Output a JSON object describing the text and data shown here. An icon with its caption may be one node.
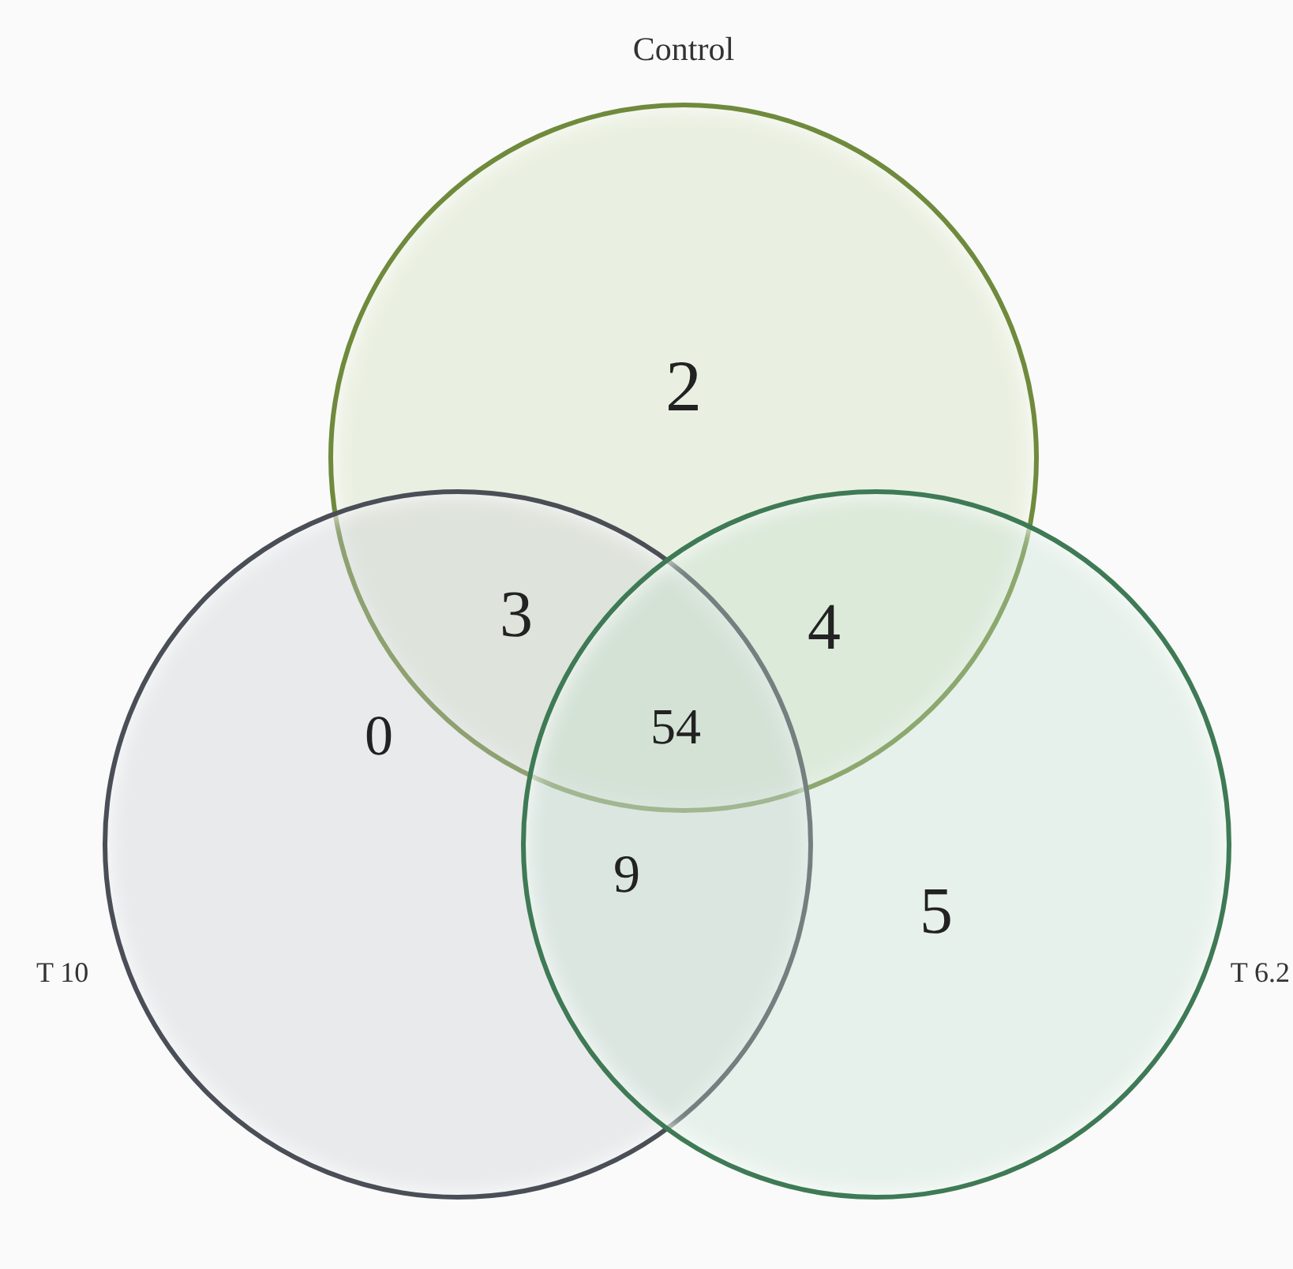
{
  "diagram": {
    "nodes": [
      {
        "text": [
          "Control"
        ]
      },
      {
        "text": [
          "T 10"
        ]
      },
      {
        "text": [
          "T 6.2"
        ]
      }
    ],
    "labels": [
      "2",
      "3",
      "4",
      "54",
      "0",
      "9",
      "5"
    ]
  }
}
